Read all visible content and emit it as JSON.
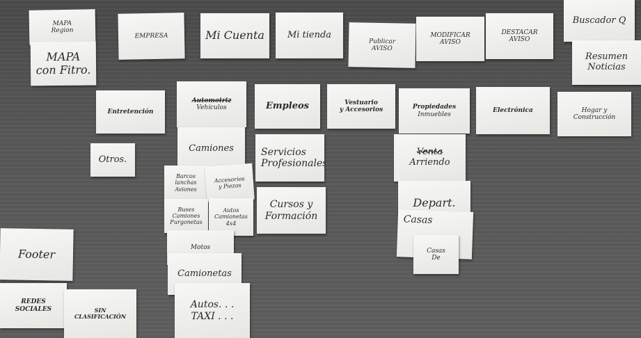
{
  "notes": {
    "mapa_region": [
      "MAPA",
      "Region"
    ],
    "mapa_filtro": [
      "MAPA",
      "con Fitro."
    ],
    "empresa": [
      "EMPRESA"
    ],
    "mi_cuenta": [
      "Mi Cuenta"
    ],
    "mi_tienda": [
      "Mi tienda"
    ],
    "publicar_aviso": [
      "Publicar",
      "AVISO"
    ],
    "modificar_aviso": [
      "MODIFICAR",
      "AVISO"
    ],
    "destacar_aviso": [
      "DESTACAR",
      "AVISO"
    ],
    "buscador": [
      "Buscador Q"
    ],
    "noticias": [
      "Resumen",
      "Noticias"
    ],
    "entretencion": [
      "Entretención"
    ],
    "automotriz": [
      "Automotriz",
      "Vehículos"
    ],
    "empleos": [
      "Empleos"
    ],
    "vestuario": [
      "Vestuario",
      "y Accesorios"
    ],
    "propiedades": [
      "Propiedades",
      "Inmuebles"
    ],
    "electronica": [
      "Electrónica"
    ],
    "hogar": [
      "Hogar y",
      "Construcción"
    ],
    "otros": [
      "Otros."
    ],
    "camiones": [
      "Camiones"
    ],
    "servicios": [
      "Servicios",
      "Profesionales"
    ],
    "venta": [
      "Venta",
      "Arriendo"
    ],
    "barcos": [
      "Barcos",
      "lanchas",
      "Aviones"
    ],
    "accesorios": [
      "Accesorios",
      "y Piezas"
    ],
    "buses": [
      "Buses",
      "Camiones",
      "Furgonetas"
    ],
    "autos_4x4": [
      "Autos",
      "Camionetas",
      "4x4"
    ],
    "cursos": [
      "Cursos y",
      "Formación"
    ],
    "depart": [
      "Depart."
    ],
    "casas": [
      "Casas"
    ],
    "casas_de": [
      "Casas",
      "De"
    ],
    "motos": [
      "Motos"
    ],
    "footer": [
      "Footer"
    ],
    "camionetas": [
      "Camionetas"
    ],
    "redes": [
      "REDES",
      "SOCIALES"
    ],
    "sin_clasificacion": [
      "SIN",
      "CLASIFICACIÓN"
    ],
    "autos_taxi": [
      "Autos. . .",
      "TAXI . . ."
    ]
  }
}
